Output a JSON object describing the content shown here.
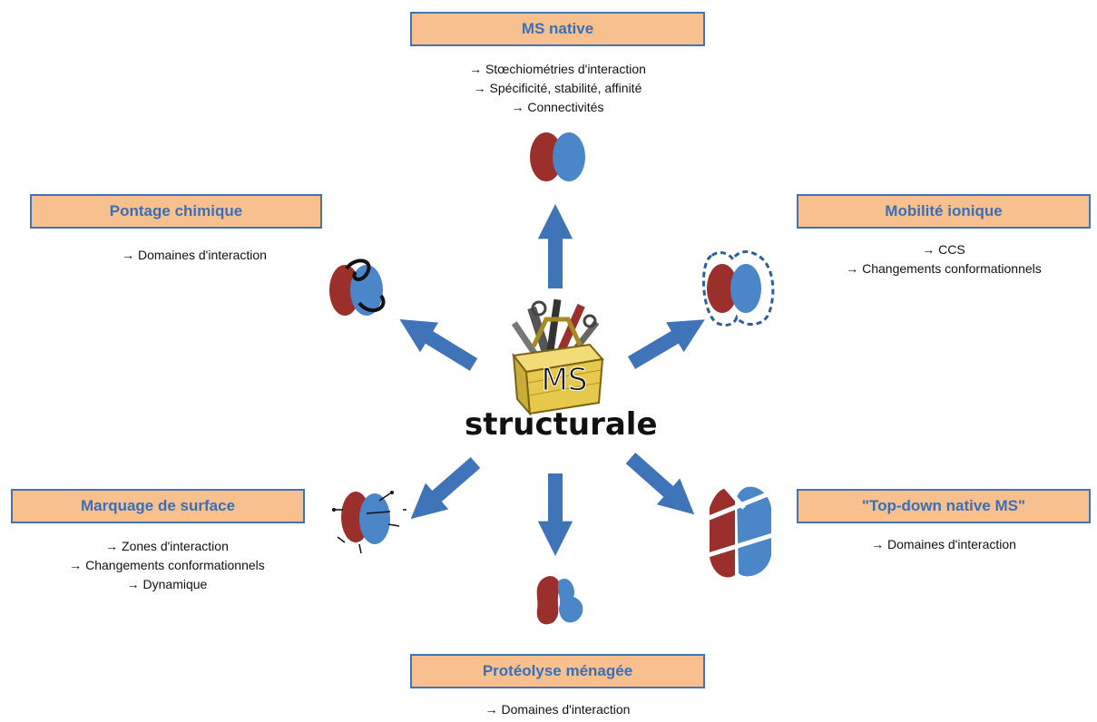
{
  "center": {
    "box_label": "MS",
    "title": "structurale",
    "icon": "toolbox-icon"
  },
  "techniques": {
    "ms_native": {
      "label": "MS native",
      "bullets": [
        "→ Stœchiométries d'interaction",
        "→ Spécificité, stabilité, affinité",
        "→ Connectivités"
      ]
    },
    "pontage": {
      "label": "Pontage chimique",
      "bullets": [
        "→ Domaines d'interaction"
      ]
    },
    "mobilite": {
      "label": "Mobilité ionique",
      "bullets": [
        "→ CCS",
        "→ Changements conformationnels"
      ]
    },
    "marquage": {
      "label": "Marquage de surface",
      "bullets": [
        "→ Zones d'interaction",
        "→ Changements conformationnels",
        "→ Dynamique"
      ]
    },
    "topdown": {
      "label": "\"Top-down native MS\"",
      "bullets": [
        "→ Domaines d'interaction"
      ]
    },
    "proteolyse": {
      "label": "Protéolyse ménagée",
      "bullets": [
        "→ Domaines d'interaction"
      ]
    }
  },
  "colors": {
    "box_fill": "#f8c08f",
    "box_border": "#3f74b8",
    "label_text": "#3a6fb5",
    "arrow": "#3f74b8",
    "protein_red": "#9b2f2c",
    "protein_blue": "#4a86c8",
    "toolbox": "#e9cf58"
  }
}
